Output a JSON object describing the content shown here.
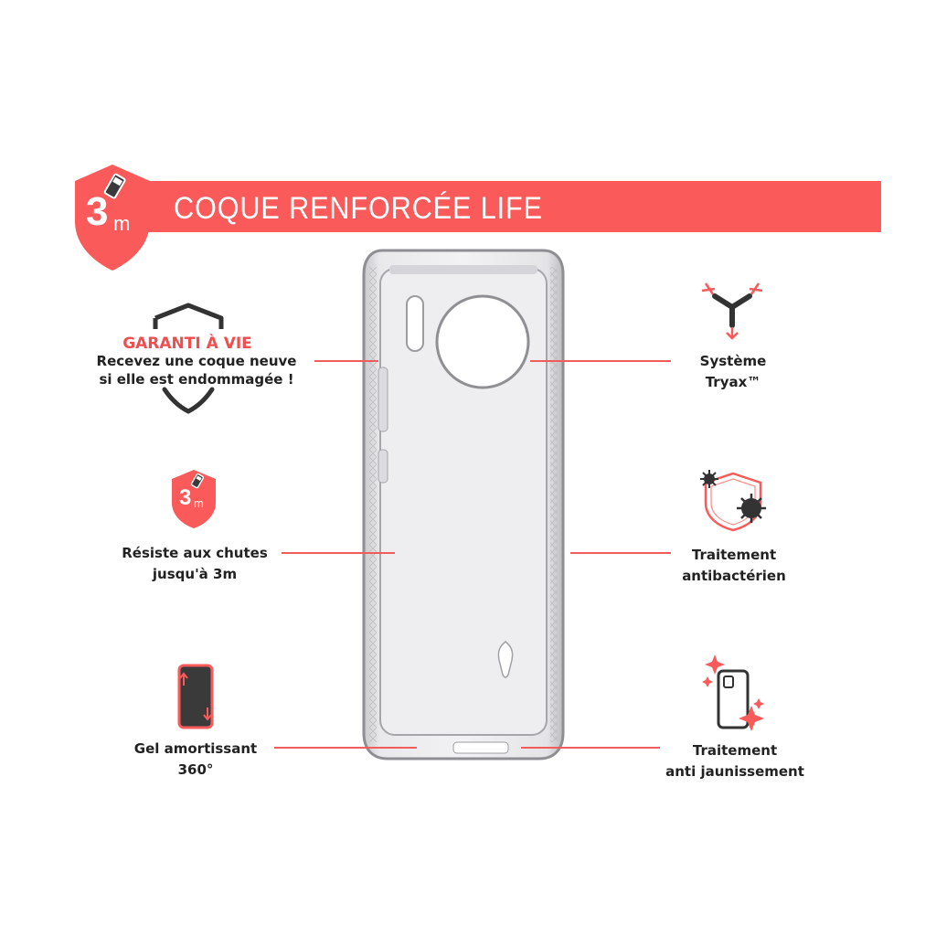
{
  "header": {
    "badge_number": "3",
    "badge_unit": "m",
    "title": "COQUE RENFORCÉE LIFE"
  },
  "features": {
    "warranty": {
      "headline": "GARANTI À VIE",
      "line1": "Recevez une coque neuve",
      "line2": "si elle est endommagée !"
    },
    "drop": {
      "badge_number": "3",
      "badge_unit": "m",
      "line1": "Résiste aux chutes",
      "line2": "jusqu'à 3m"
    },
    "gel": {
      "line1": "Gel amortissant",
      "line2": "360°"
    },
    "tryax": {
      "line1": "Système",
      "line2": "Tryax™"
    },
    "antibac": {
      "line1": "Traitement",
      "line2": "antibactérien"
    },
    "antiyellow": {
      "line1": "Traitement",
      "line2": "anti jaunissement"
    }
  },
  "colors": {
    "accent": "#fb5a5a",
    "dark": "#333333"
  },
  "icons": [
    "shield-3m-icon",
    "shield-outline-icon",
    "tryax-arrows-icon",
    "antibacterial-shield-icon",
    "gel-phone-icon",
    "sparkle-phone-icon"
  ]
}
